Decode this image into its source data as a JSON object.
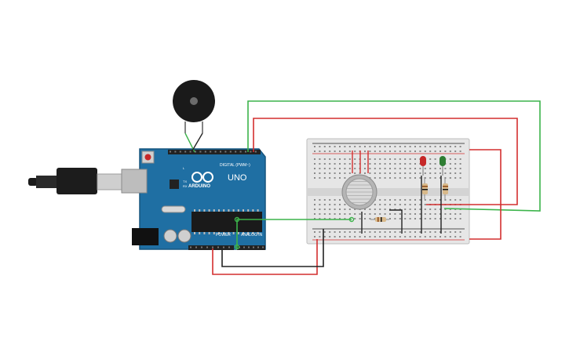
{
  "arduino": {
    "brand_label": "ARDUINO",
    "model_label": "UNO",
    "digital_header_label": "DIGITAL (PWM~)",
    "power_header_label": "POWER",
    "analog_header_label": "ANALOG IN",
    "led_tx_label": "TX",
    "led_rx_label": "RX",
    "led_l_label": "L",
    "board_color": "#1f6fa3"
  },
  "colors": {
    "wire_red": "#d32f2f",
    "wire_green": "#3cb44b",
    "wire_black": "#222222",
    "breadboard": "#e6e6e6",
    "led_red": "#c62828",
    "led_green": "#2e7d32"
  }
}
